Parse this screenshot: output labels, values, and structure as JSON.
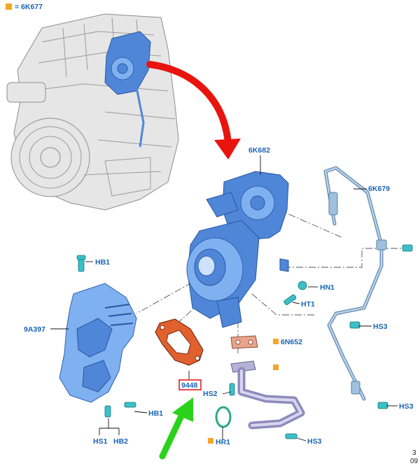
{
  "legend": {
    "marker_color": "#f5a623",
    "text": "= 6K677"
  },
  "callouts": {
    "turbo": "6K682",
    "oil_feed_pipe": "6K679",
    "heat_shield": "9A397",
    "gasket": "9448",
    "oil_return_gasket": "6N652",
    "hb1_top": "HB1",
    "hb1_bottom": "HB1",
    "hn1": "HN1",
    "ht1": "HT1",
    "hs3_pipe": "HS3",
    "hs3_lower": "HS3",
    "hs3_return": "HS3",
    "hs2": "HS2",
    "hs1": "HS1",
    "hb2": "HB2",
    "hr1": "HR1"
  },
  "corner_ref": {
    "line1": "3",
    "line2": "09"
  },
  "colors": {
    "label_blue": "#1a64b4",
    "turbo_blue": "#4f86d8",
    "gasket_red": "#e0602e",
    "highlight_box": "#e02020",
    "red_arrow": "#e8150f",
    "green_arrow": "#2bd21b",
    "bolt_cyan": "#3bc0c8",
    "marker_orange": "#f5a623"
  },
  "icons": [
    "red-curved-arrow",
    "green-pointer-arrow",
    "bolt-icon",
    "orange-square-marker"
  ]
}
